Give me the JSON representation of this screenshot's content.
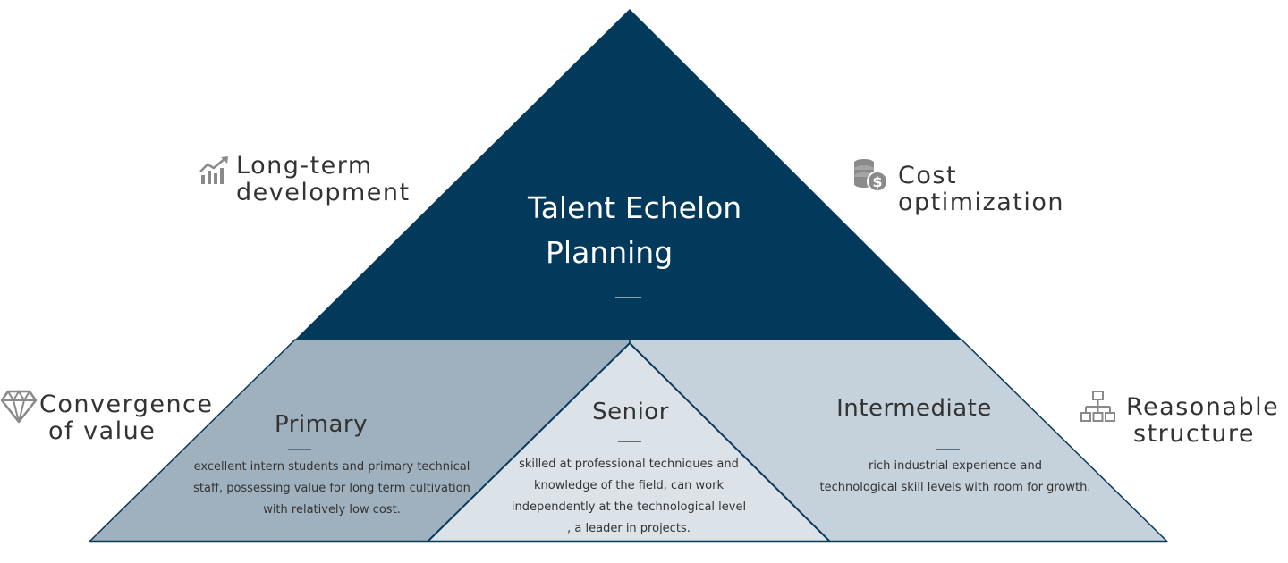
{
  "apex": {
    "title_line1": "Talent Echelon",
    "title_line2": "Planning"
  },
  "outer_labels": {
    "top_left": {
      "line1": "Long-term",
      "line2": "development",
      "icon": "chart-growth-icon"
    },
    "top_right": {
      "line1": "Cost",
      "line2": "optimization",
      "icon": "coins-dollar-icon"
    },
    "mid_left": {
      "line1": "Convergence",
      "line2": "of value",
      "icon": "diamond-icon"
    },
    "mid_right": {
      "line1": "Reasonable",
      "line2": "structure",
      "icon": "org-structure-icon"
    }
  },
  "tiers": {
    "primary": {
      "title": "Primary",
      "desc": [
        "excellent intern students and primary technical",
        "staff, possessing value for long term cultivation",
        "with relatively low cost."
      ]
    },
    "senior": {
      "title": "Senior",
      "desc": [
        "skilled at professional techniques and",
        "knowledge of the field, can work",
        "independently at the technological level",
        ", a leader in projects."
      ]
    },
    "intermediate": {
      "title": "Intermediate",
      "desc": [
        "rich industrial experience and",
        "technological skill levels with room for growth."
      ]
    }
  },
  "colors": {
    "apex": "#033A5C",
    "primary": "#9FB1BF",
    "senior": "#DBE3E9",
    "intermediate": "#C5D1DB",
    "stroke": "#0A3A5C",
    "icon": "#8A8A8A"
  }
}
